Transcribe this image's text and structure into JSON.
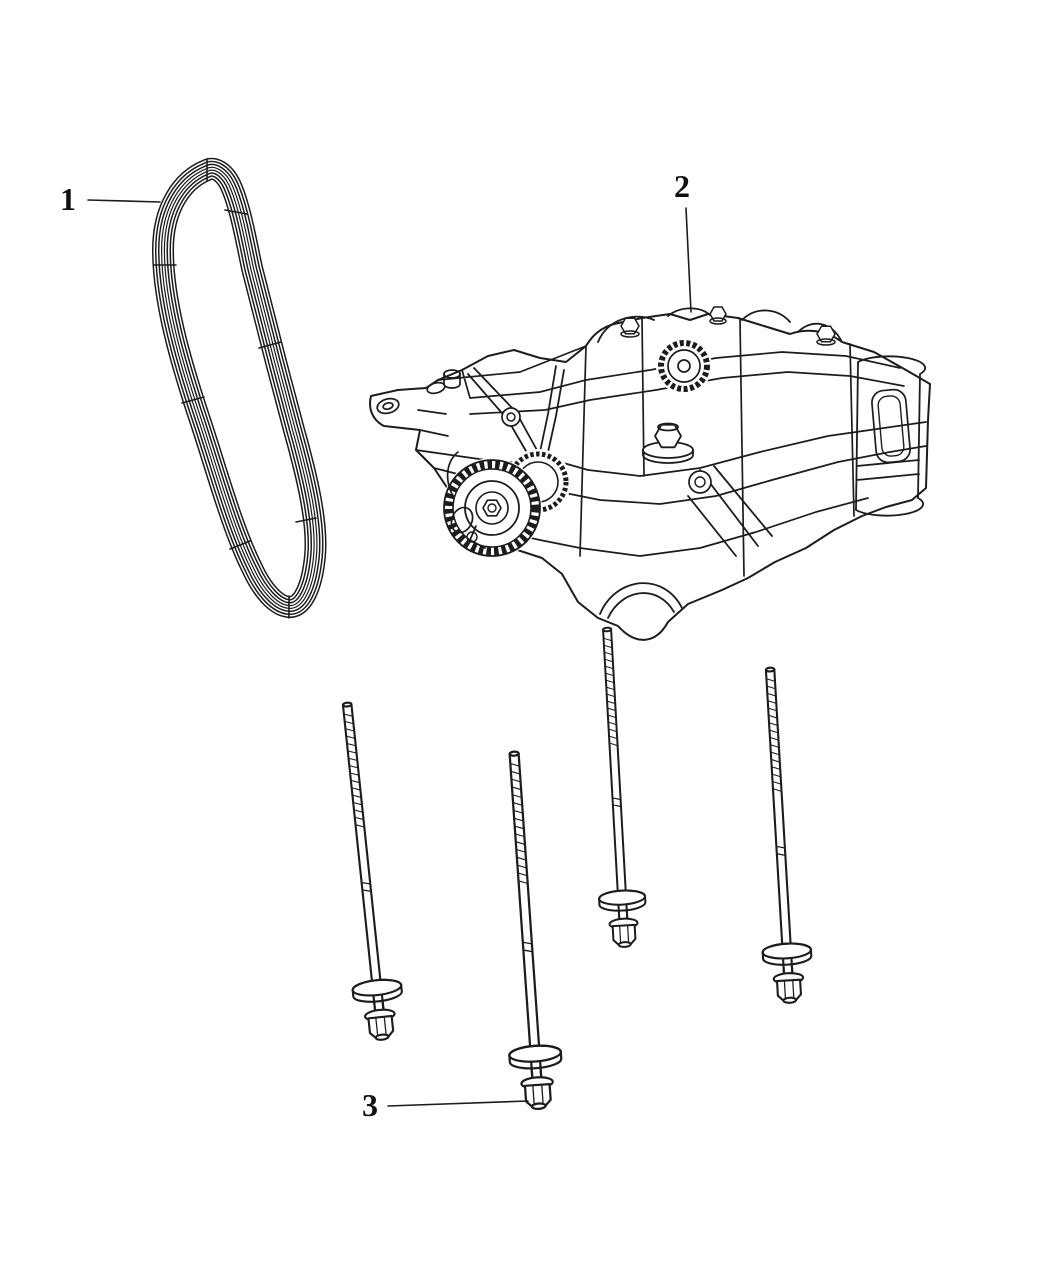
{
  "page": {
    "background_color": "#ffffff",
    "line_color": "#1c1c1c"
  },
  "callouts": {
    "c1": {
      "label": "1"
    },
    "c2": {
      "label": "2"
    },
    "c3": {
      "label": "3"
    }
  }
}
